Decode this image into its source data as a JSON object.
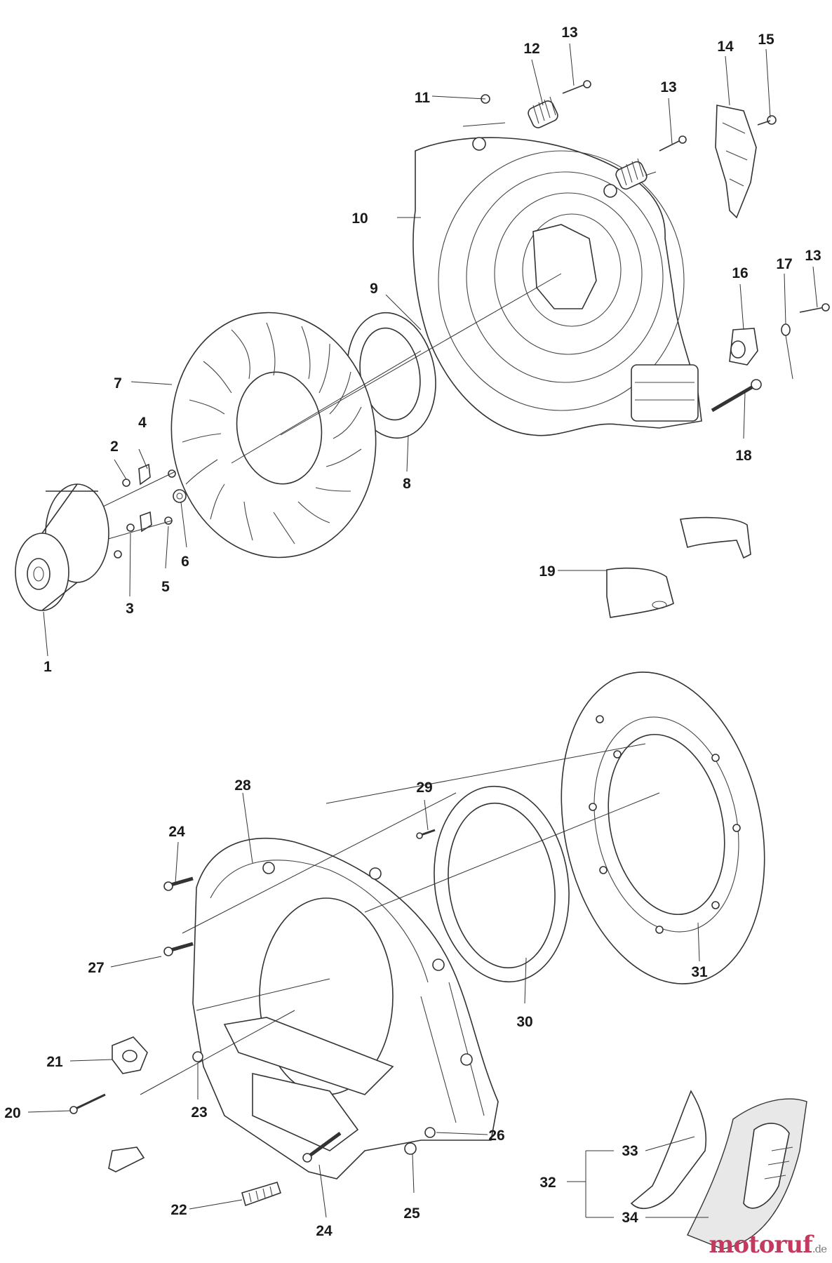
{
  "labels": {
    "l1": "1",
    "l2": "2",
    "l3": "3",
    "l4": "4",
    "l5": "5",
    "l6": "6",
    "l7": "7",
    "l8": "8",
    "l9": "9",
    "l10": "10",
    "l11": "11",
    "l12": "12",
    "l13": "13",
    "l14": "14",
    "l15": "15",
    "l16": "16",
    "l17": "17",
    "l18": "18",
    "l19": "19",
    "l20": "20",
    "l21": "21",
    "l22": "22",
    "l23": "23",
    "l24": "24",
    "l25": "25",
    "l26": "26",
    "l27": "27",
    "l28": "28",
    "l29": "29",
    "l30": "30",
    "l31": "31",
    "l32": "32",
    "l33": "33",
    "l34": "34"
  },
  "watermark": {
    "main": "motoruf",
    "tld": ".de"
  }
}
